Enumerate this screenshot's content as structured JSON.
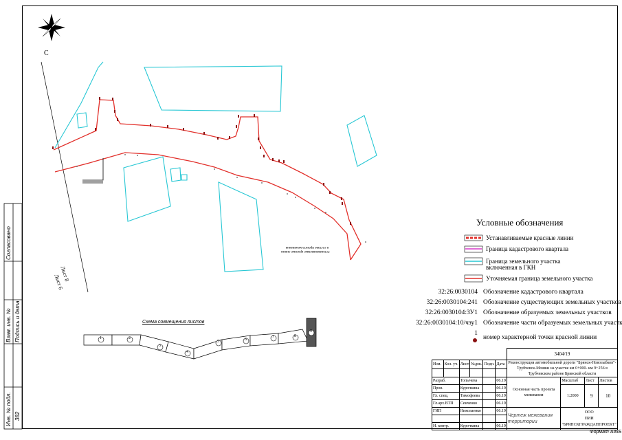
{
  "north_letter": "С",
  "legend": {
    "title": "Условные обозначения",
    "items": [
      {
        "label": "Устанавливаемые красные линии",
        "swatch": "red-dashed"
      },
      {
        "label": "Граница кадастрового квартала",
        "swatch": "magenta"
      },
      {
        "label": "Граница земельного участка\nвключенная в ГКН",
        "swatch": "cyan"
      },
      {
        "label": "Уточняемая граница земельного участка",
        "swatch": "red"
      }
    ],
    "codes": [
      {
        "code": "32:26:0030104",
        "text": "Обозначение кадастрового квартала"
      },
      {
        "code": "32:26:0030104:241",
        "text": "Обозначение существующих земельных участков"
      },
      {
        "code": "32:26:0030104:ЗУ1",
        "text": "Обозначение образуемых земельных участков"
      },
      {
        "code": "32:26:0030104:10/чзу1",
        "text": "Обозначение части образуемых земельных участков"
      },
      {
        "code": "1",
        "text": "номер характерной точки красной линии"
      }
    ]
  },
  "scheme": {
    "title": "Схема совмещения листов",
    "sheets": [
      "1",
      "2",
      "3",
      "4",
      "5",
      "6",
      "7",
      "8",
      "9"
    ]
  },
  "side_stamp": {
    "agreed": "Согласовано",
    "inv_replaced": "Взам. инв. №",
    "sign_date": "Подпись и дата",
    "inv_original": "Инв. № подл.",
    "inv_number": "382"
  },
  "map_labels": {
    "sheet8": "Лист 8",
    "sheet6": "Лист 6",
    "note_line1": "Устанавливаемые красные линии",
    "note_line2": "в составе проекта межевания"
  },
  "stamp": {
    "code": "3404/19",
    "title": "Реконструкция автомобильной дороги \"Брянск-Новозыбков\"-Трубчевск-Мошки на участке км 0+000- км 9+256 в Трубчевском районе Брянской области",
    "headers": [
      "Изм.",
      "Кол. уч.",
      "Лист",
      "№док.",
      "Подп.",
      "Дата"
    ],
    "roles": [
      {
        "role": "Разраб.",
        "name": "Топычева",
        "date": "06.19"
      },
      {
        "role": "Пров.",
        "name": "Курочкина",
        "date": "06.19"
      },
      {
        "role": "Гл. спец.",
        "name": "Тимофеева",
        "date": "06.19"
      },
      {
        "role": "Гл.арх.ВТП",
        "name": "Сенченко",
        "date": "06.19"
      },
      {
        "role": "ГИП",
        "name": "Николаенко",
        "date": "06.19"
      },
      {
        "role": "",
        "name": "",
        "date": ""
      },
      {
        "role": "Н. контр.",
        "name": "Курочкина",
        "date": "06.19"
      }
    ],
    "section": "Основная часть проекта межевания",
    "scale_label": "Масштаб",
    "sheet_label": "Лист",
    "sheets_label": "Листов",
    "scale": "1:2000",
    "sheet": "9",
    "sheets": "10",
    "drawing": "Чертеж межевания территории",
    "org_line1": "ООО",
    "org_line2": "ПИИ \"БРЯНСКГРАЖДАНПРОЕКТ\""
  },
  "format": "Формат А4хБ",
  "colors": {
    "red": "#e2302b",
    "cyan": "#27c7d4",
    "magenta": "#d639c8",
    "dark_red": "#8a1010"
  }
}
